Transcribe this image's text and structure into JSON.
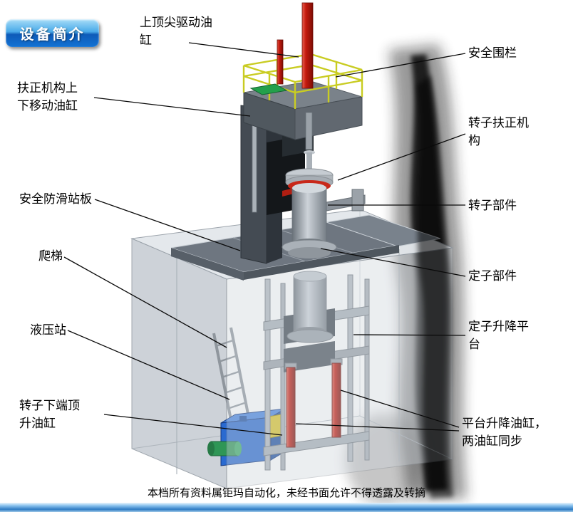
{
  "badge": {
    "label": "设备简介"
  },
  "labels": {
    "top_center_cylinder": "上顶尖驱动油\n缸",
    "safety_fence": "安全围栏",
    "centering_updown_cylinder": "扶正机构上\n下移动油缸",
    "rotor_centering_mechanism": "转子扶正机\n构",
    "antislip_platform": "安全防滑站板",
    "rotor_component": "转子部件",
    "ladder": "爬梯",
    "stator_component": "定子部件",
    "hydraulic_station": "液压站",
    "stator_lifting_platform": "定子升降平\n台",
    "rotor_bottom_jacking_cylinder": "转子下端顶\n升油缸",
    "platform_lifting_cylinders": "平台升降油缸，\n两油缸同步"
  },
  "footer": {
    "note": "本档所有资料属钜玛自动化，未经书面允许不得透露及转摘"
  },
  "colors": {
    "cylinder_red": "#c41a0e",
    "railing_yellow": "#c9cc22",
    "hydraulic_blue": "#2a6ad0",
    "motor_green": "#2f9656",
    "badge_blue": "#1272d4",
    "bottom_bar_blue": "#2f7cc4"
  }
}
